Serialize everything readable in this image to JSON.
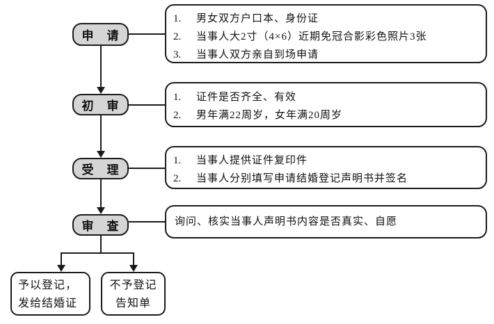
{
  "colors": {
    "background": "#ffffff",
    "step_fill": "#d5d5d5",
    "border": "#1a1a1a",
    "text": "#111111"
  },
  "flow": {
    "steps": [
      {
        "label": "申　请",
        "notes": [
          {
            "num": "1.",
            "text": "男女双方户口本、身份证"
          },
          {
            "num": "2.",
            "text": "当事人大2寸（4×6）近期免冠合影彩色照片3张"
          },
          {
            "num": "3.",
            "text": "当事人双方亲自到场申请"
          }
        ]
      },
      {
        "label": "初　审",
        "notes": [
          {
            "num": "1.",
            "text": "证件是否齐全、有效"
          },
          {
            "num": "2.",
            "text": "男年满22周岁，女年满20周岁"
          }
        ]
      },
      {
        "label": "受　理",
        "notes": [
          {
            "num": "1.",
            "text": "当事人提供证件复印件"
          },
          {
            "num": "2.",
            "text": "当事人分别填写申请结婚登记声明书并签名"
          }
        ]
      },
      {
        "label": "审　查",
        "notes": [
          {
            "num": "",
            "text": "询问、核实当事人声明书内容是否真实、自愿"
          }
        ]
      }
    ],
    "outcomes": [
      {
        "line1": "予以登记，",
        "line2": "发给结婚证"
      },
      {
        "line1": "不予登记",
        "line2": "告知单"
      }
    ]
  }
}
